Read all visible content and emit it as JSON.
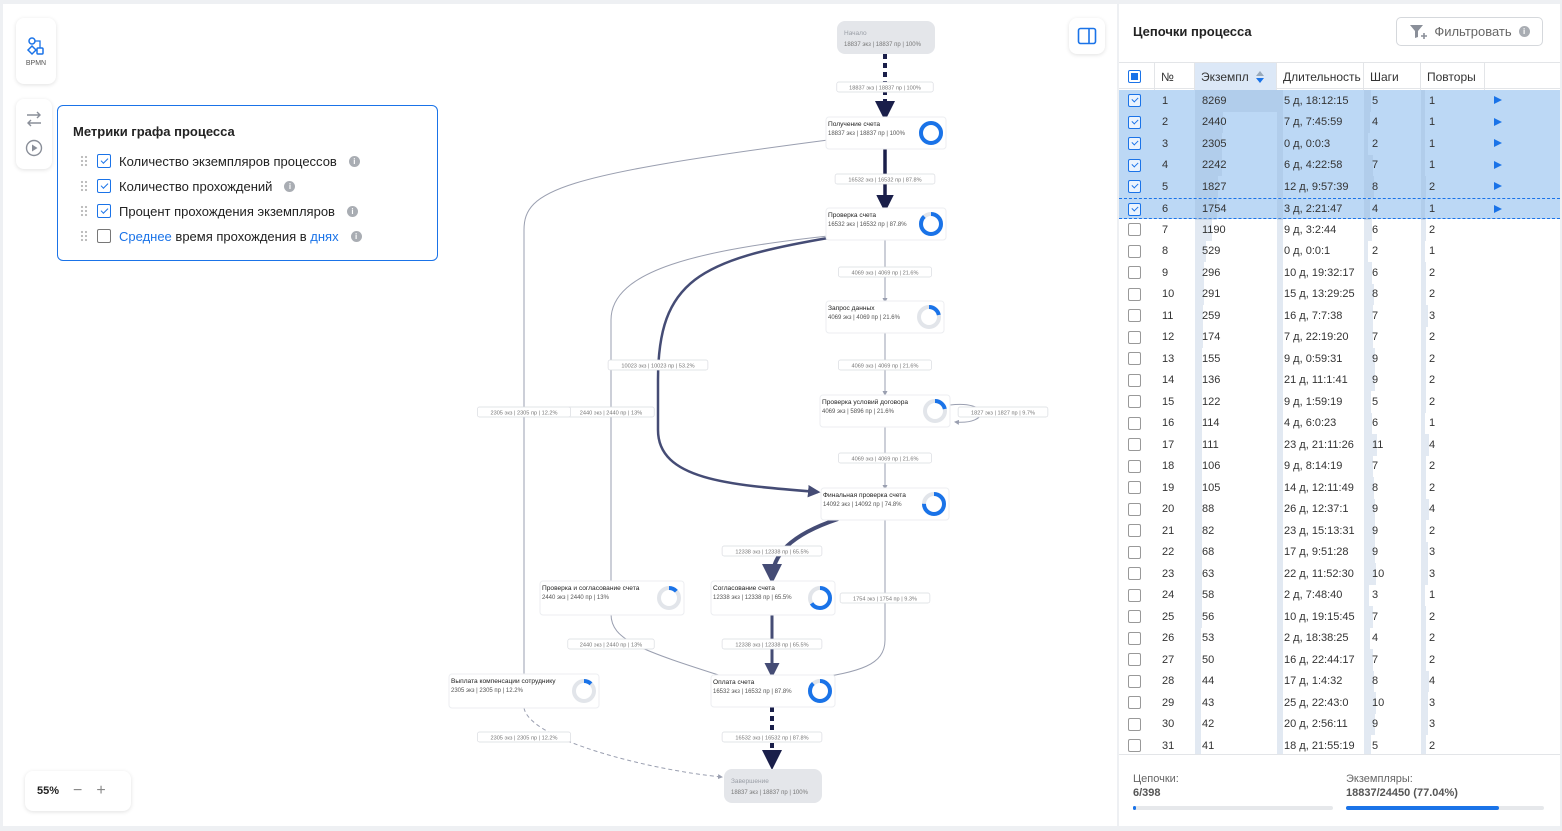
{
  "toolbar": {
    "bpmn_label": "BPMN",
    "zoom_level": "55%"
  },
  "metrics": {
    "title": "Метрики графа процесса",
    "items": [
      {
        "label": "Количество экземпляров процессов",
        "checked": true
      },
      {
        "label": "Количество прохождений",
        "checked": true
      },
      {
        "label": "Процент прохождения экземпляров",
        "checked": true
      }
    ],
    "last_item": {
      "part1": "Среднее",
      "part2": " время прохождения в ",
      "part3": "днях",
      "checked": false
    }
  },
  "graph": {
    "nodes": [
      {
        "id": "start",
        "title": "Начало",
        "stats": "18837 экз | 18837 пр | 100%",
        "pct": 100,
        "terminal": true
      },
      {
        "id": "n1",
        "title": "Получение счета",
        "stats": "18837 экз | 18837 пр | 100%",
        "pct": 100
      },
      {
        "id": "n2",
        "title": "Проверка счета",
        "stats": "16532 экз | 16532 пр | 87.8%",
        "pct": 87.8
      },
      {
        "id": "n3",
        "title": "Запрос данных",
        "stats": "4069 экз | 4069 пр | 21.6%",
        "pct": 21.6
      },
      {
        "id": "n4",
        "title": "Проверка условий договора",
        "stats": "4069 экз | 5896 пр | 21.6%",
        "pct": 21.6
      },
      {
        "id": "n5",
        "title": "Финальная проверка счета",
        "stats": "14092 экз | 14092 пр | 74.8%",
        "pct": 74.8
      },
      {
        "id": "n6",
        "title": "Проверка и согласование счета",
        "stats": "2440 экз | 2440 пр | 13%",
        "pct": 13
      },
      {
        "id": "n7",
        "title": "Согласование счета",
        "stats": "12338 экз | 12338 пр | 65.5%",
        "pct": 65.5
      },
      {
        "id": "n8",
        "title": "Выплата компенсации сотруднику",
        "stats": "2305 экз | 2305 пр | 12.2%",
        "pct": 12.2
      },
      {
        "id": "n9",
        "title": "Оплата счета",
        "stats": "16532 экз | 16532 пр | 87.8%",
        "pct": 87.8
      },
      {
        "id": "end",
        "title": "Завершение",
        "stats": "18837 экз | 18837 пр | 100%",
        "pct": 100,
        "terminal": true
      }
    ],
    "edge_labels": [
      "18837 экз | 18837 пр | 100%",
      "16532 экз | 16532 пр | 87.8%",
      "4069 экз | 4069 пр | 21.6%",
      "4069 экз | 4069 пр | 21.6%",
      "4069 экз | 4069 пр | 21.6%",
      "1827 экз | 1827 пр | 9.7%",
      "10023 экз | 10023 пр | 53.2%",
      "2440 экз | 2440 пр | 13%",
      "2305 экз | 2305 пр | 12.2%",
      "12338 экз | 12338 пр | 65.5%",
      "1754 экз | 1754 пр | 9.3%",
      "12338 экз | 12338 пр | 65.5%",
      "2440 экз | 2440 пр | 13%",
      "16532 экз | 16532 пр | 87.8%",
      "2305 экз | 2305 пр | 12.2%"
    ]
  },
  "panel": {
    "title": "Цепочки процесса",
    "filter_label": "Фильтровать",
    "columns": [
      "№",
      "Экземпл",
      "Длительность",
      "Шаги",
      "Повторы"
    ],
    "rows": [
      {
        "n": "1",
        "inst": "8269",
        "dur": "5 д, 18:12:15",
        "steps": "5",
        "rep": "1",
        "sel": true
      },
      {
        "n": "2",
        "inst": "2440",
        "dur": "7 д, 7:45:59",
        "steps": "4",
        "rep": "1",
        "sel": true
      },
      {
        "n": "3",
        "inst": "2305",
        "dur": "0 д, 0:0:3",
        "steps": "2",
        "rep": "1",
        "sel": true
      },
      {
        "n": "4",
        "inst": "2242",
        "dur": "6 д, 4:22:58",
        "steps": "7",
        "rep": "1",
        "sel": true
      },
      {
        "n": "5",
        "inst": "1827",
        "dur": "12 д, 9:57:39",
        "steps": "8",
        "rep": "2",
        "sel": true
      },
      {
        "n": "6",
        "inst": "1754",
        "dur": "3 д, 2:21:47",
        "steps": "4",
        "rep": "1",
        "sel": true
      },
      {
        "n": "7",
        "inst": "1190",
        "dur": "9 д, 3:2:44",
        "steps": "6",
        "rep": "2",
        "sel": false
      },
      {
        "n": "8",
        "inst": "529",
        "dur": "0 д, 0:0:1",
        "steps": "2",
        "rep": "1",
        "sel": false
      },
      {
        "n": "9",
        "inst": "296",
        "dur": "10 д, 19:32:17",
        "steps": "6",
        "rep": "2",
        "sel": false
      },
      {
        "n": "10",
        "inst": "291",
        "dur": "15 д, 13:29:25",
        "steps": "8",
        "rep": "2",
        "sel": false
      },
      {
        "n": "11",
        "inst": "259",
        "dur": "16 д, 7:7:38",
        "steps": "7",
        "rep": "3",
        "sel": false
      },
      {
        "n": "12",
        "inst": "174",
        "dur": "7 д, 22:19:20",
        "steps": "7",
        "rep": "2",
        "sel": false
      },
      {
        "n": "13",
        "inst": "155",
        "dur": "9 д, 0:59:31",
        "steps": "9",
        "rep": "2",
        "sel": false
      },
      {
        "n": "14",
        "inst": "136",
        "dur": "21 д, 11:1:41",
        "steps": "9",
        "rep": "2",
        "sel": false
      },
      {
        "n": "15",
        "inst": "122",
        "dur": "9 д, 1:59:19",
        "steps": "5",
        "rep": "2",
        "sel": false
      },
      {
        "n": "16",
        "inst": "114",
        "dur": "4 д, 6:0:23",
        "steps": "6",
        "rep": "1",
        "sel": false
      },
      {
        "n": "17",
        "inst": "111",
        "dur": "23 д, 21:11:26",
        "steps": "11",
        "rep": "4",
        "sel": false
      },
      {
        "n": "18",
        "inst": "106",
        "dur": "9 д, 8:14:19",
        "steps": "7",
        "rep": "2",
        "sel": false
      },
      {
        "n": "19",
        "inst": "105",
        "dur": "14 д, 12:11:49",
        "steps": "8",
        "rep": "2",
        "sel": false
      },
      {
        "n": "20",
        "inst": "88",
        "dur": "26 д, 12:37:1",
        "steps": "9",
        "rep": "4",
        "sel": false
      },
      {
        "n": "21",
        "inst": "82",
        "dur": "23 д, 15:13:31",
        "steps": "9",
        "rep": "2",
        "sel": false
      },
      {
        "n": "22",
        "inst": "68",
        "dur": "17 д, 9:51:28",
        "steps": "9",
        "rep": "3",
        "sel": false
      },
      {
        "n": "23",
        "inst": "63",
        "dur": "22 д, 11:52:30",
        "steps": "10",
        "rep": "3",
        "sel": false
      },
      {
        "n": "24",
        "inst": "58",
        "dur": "2 д, 7:48:40",
        "steps": "3",
        "rep": "1",
        "sel": false
      },
      {
        "n": "25",
        "inst": "56",
        "dur": "10 д, 19:15:45",
        "steps": "7",
        "rep": "2",
        "sel": false
      },
      {
        "n": "26",
        "inst": "53",
        "dur": "2 д, 18:38:25",
        "steps": "4",
        "rep": "2",
        "sel": false
      },
      {
        "n": "27",
        "inst": "50",
        "dur": "16 д, 22:44:17",
        "steps": "7",
        "rep": "2",
        "sel": false
      },
      {
        "n": "28",
        "inst": "44",
        "dur": "17 д, 1:4:32",
        "steps": "8",
        "rep": "4",
        "sel": false
      },
      {
        "n": "29",
        "inst": "43",
        "dur": "25 д, 22:43:0",
        "steps": "10",
        "rep": "3",
        "sel": false
      },
      {
        "n": "30",
        "inst": "42",
        "dur": "20 д, 2:56:11",
        "steps": "9",
        "rep": "3",
        "sel": false
      },
      {
        "n": "31",
        "inst": "41",
        "dur": "18 д, 21:55:19",
        "steps": "5",
        "rep": "2",
        "sel": false
      }
    ],
    "footer": {
      "chains_label": "Цепочки:",
      "chains_value": "6/398",
      "chains_fraction": 0.015,
      "instances_label": "Экземпляры:",
      "instances_value": "18837/24450 (77.04%)",
      "instances_fraction": 0.7704
    }
  },
  "colors": {
    "accent": "#1a73e8",
    "edge": "#9a9fb0",
    "edge_strong": "#454c75",
    "edge_dark": "#1a1f4a",
    "selected_row": "#bcd8f5"
  }
}
